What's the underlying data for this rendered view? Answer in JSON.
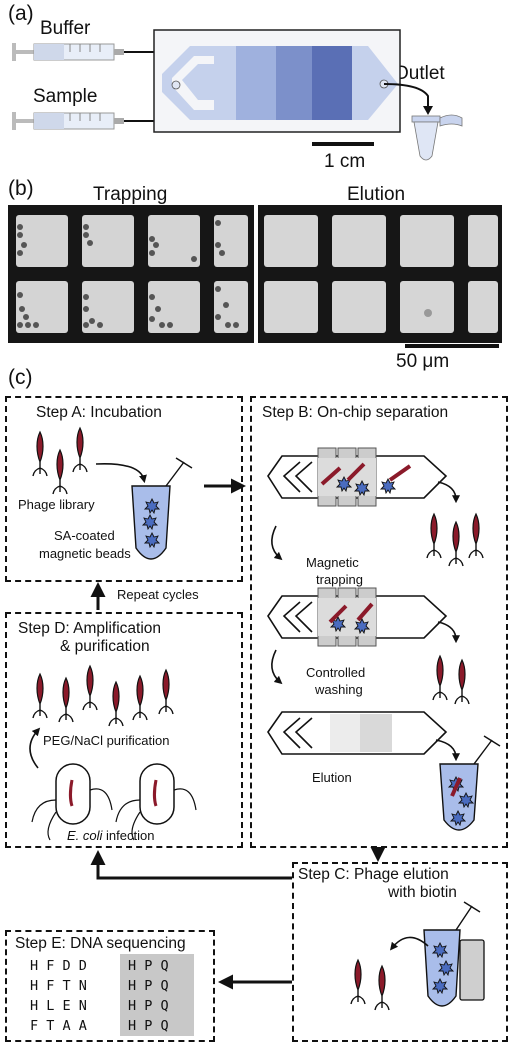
{
  "panel_a": {
    "letter": "(a)",
    "buffer_label": "Buffer",
    "sample_label": "Sample",
    "outlet_label": "Outlet",
    "scale_label": "1 cm"
  },
  "panel_b": {
    "letter": "(b)",
    "trapping_label": "Trapping",
    "elution_label": "Elution",
    "scale_label": "50 μm"
  },
  "panel_c": {
    "letter": "(c)",
    "step_a": {
      "title": "Step A: Incubation",
      "phage_library": "Phage library",
      "beads_line1": "SA-coated",
      "beads_line2": "magnetic beads"
    },
    "step_b": {
      "title": "Step B: On-chip separation",
      "trapping_line1": "Magnetic",
      "trapping_line2": "trapping",
      "washing_line1": "Controlled",
      "washing_line2": "washing",
      "elution": "Elution"
    },
    "repeat_cycles": "Repeat cycles",
    "step_d": {
      "title_line1": "Step D: Amplification",
      "title_line2": "& purification",
      "peg": "PEG/NaCl purification",
      "ecoli_italic": "E. coli",
      "ecoli_rest": " infection"
    },
    "step_c": {
      "title_line1": "Step C: Phage elution",
      "title_line2": "with biotin"
    },
    "step_e": {
      "title": "Step E: DNA sequencing",
      "rows": [
        {
          "variable": "H F D D",
          "conserved": "H P Q"
        },
        {
          "variable": "H F T N",
          "conserved": "H P Q"
        },
        {
          "variable": "H L E N",
          "conserved": "H P Q"
        },
        {
          "variable": "F T A A",
          "conserved": "H P Q"
        }
      ],
      "highlight_color": "#c8c8c8"
    }
  },
  "colors": {
    "chip_light": "#c5d1ec",
    "chip_mid": "#9fb1de",
    "chip_dark": "#5a6fb5",
    "phage_red": "#8b1a2a",
    "bead_blue": "#4a6cc0",
    "tube_blue": "#a9bdea"
  }
}
